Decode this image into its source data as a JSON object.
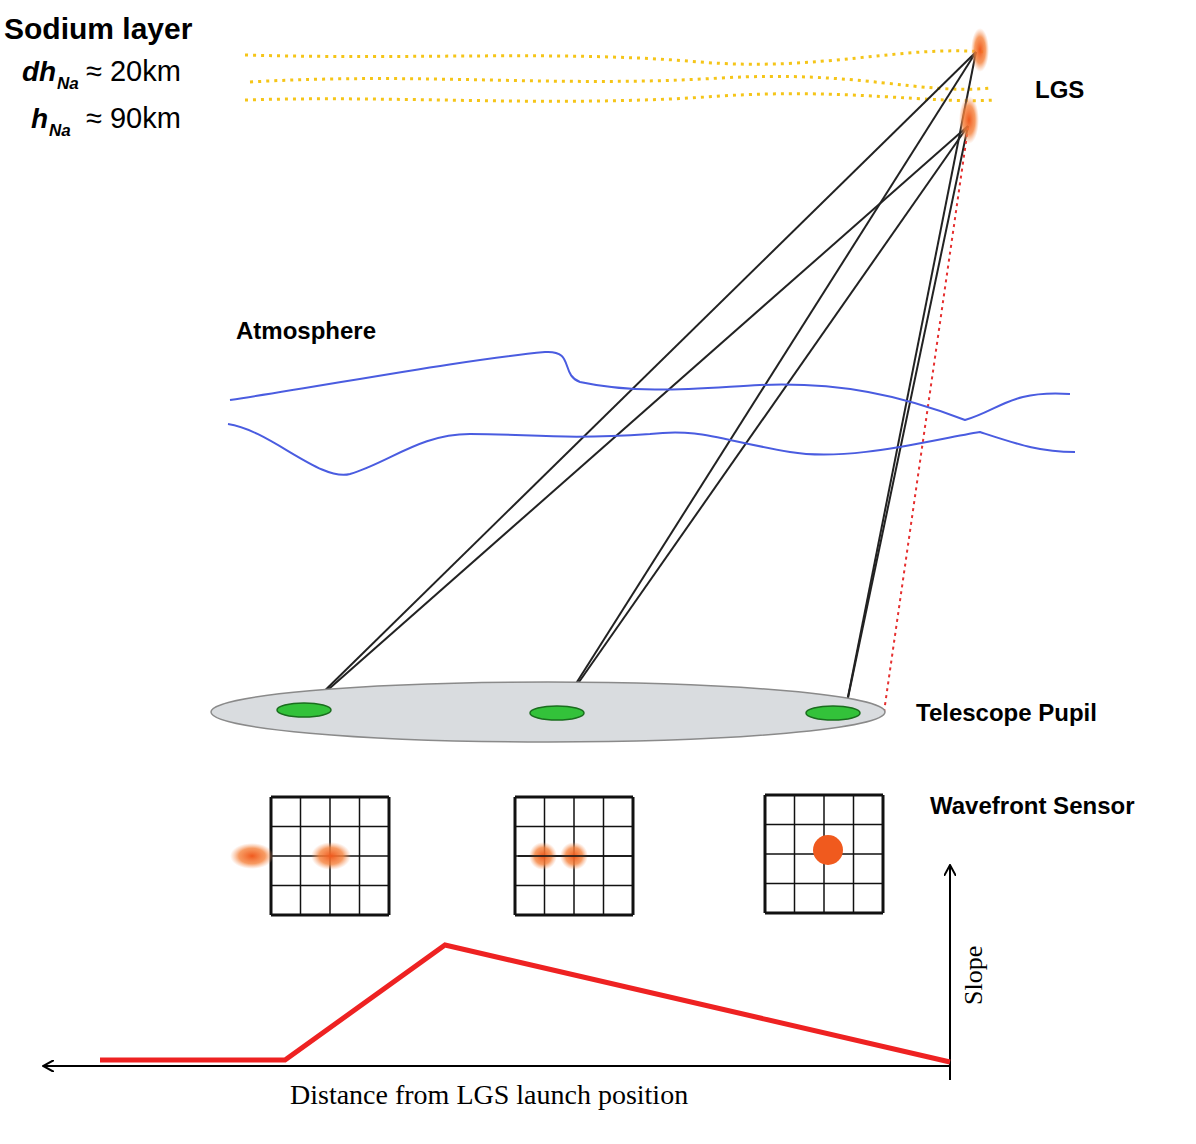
{
  "diagram": {
    "labels": [
      "Sodium layer",
      "dh",
      "Na",
      "≈ 20km",
      "h",
      "Na",
      "≈ 90km",
      "LGS",
      "Atmosphere",
      "Telescope Pupil",
      "Wavefront Sensor",
      "Slope",
      "Distance from LGS launch position"
    ]
  }
}
